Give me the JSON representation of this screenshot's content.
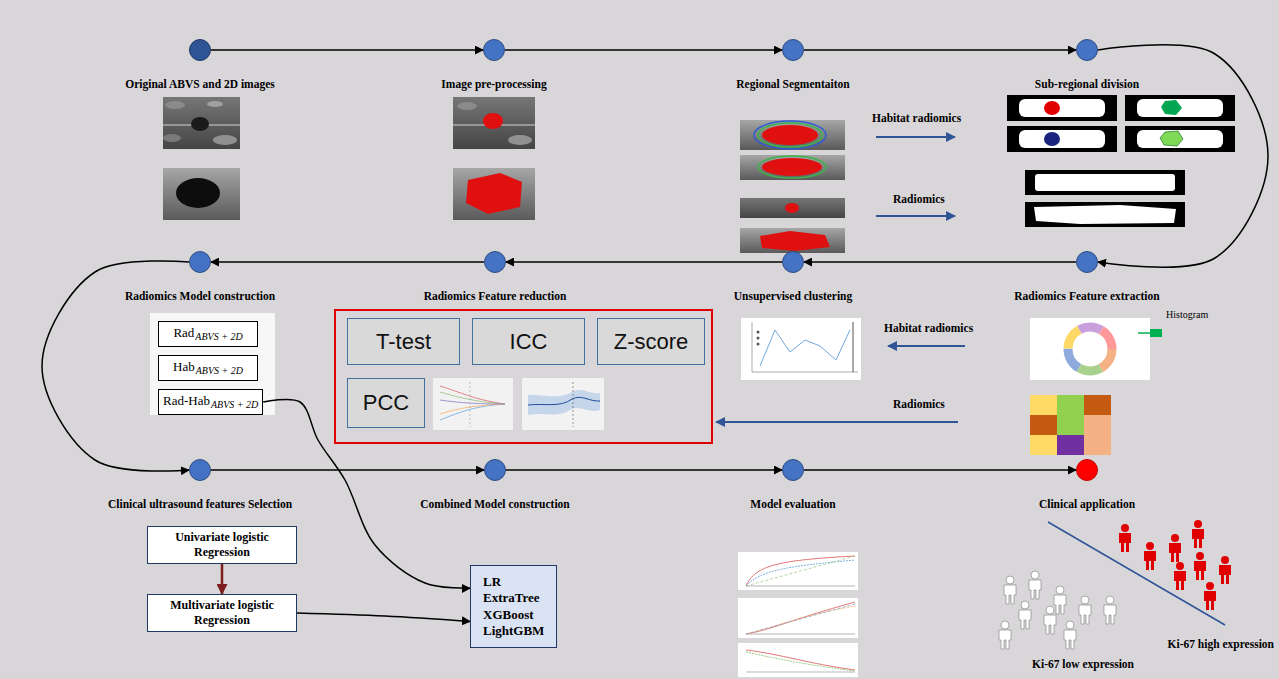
{
  "diagram": {
    "nodes": [
      {
        "text": [
          "Original ABVS and 2D images"
        ]
      },
      {
        "text": [
          "Image pre-processing"
        ]
      },
      {
        "text": [
          "Regional Segmentaiton"
        ]
      },
      {
        "text": [
          "Sub-regional division"
        ]
      },
      {
        "text": [
          "Radiomics Feature extraction"
        ]
      },
      {
        "text": [
          "Unsupervised clustering"
        ]
      },
      {
        "text": [
          "Radiomics Feature reduction"
        ]
      },
      {
        "text": [
          "Radiomics Model construction"
        ]
      },
      {
        "text": [
          "Clinical ultrasound features Selection"
        ]
      },
      {
        "text": [
          "Combined Model construction"
        ]
      },
      {
        "text": [
          "Model evaluation"
        ]
      },
      {
        "text": [
          "Clinical application"
        ]
      },
      {
        "text": [
          "T-test"
        ]
      },
      {
        "text": [
          "ICC"
        ]
      },
      {
        "text": [
          "Z-score"
        ]
      },
      {
        "text": [
          "PCC"
        ]
      },
      {
        "text": [
          "Rad",
          "ABVS + 2D"
        ]
      },
      {
        "text": [
          "Hab",
          "ABVS + 2D"
        ]
      },
      {
        "text": [
          "Rad-Hab",
          "ABVS + 2D"
        ]
      },
      {
        "text": [
          "Univariate logistic Regression"
        ]
      },
      {
        "text": [
          "Multivariate logistic Regression"
        ]
      },
      {
        "text": [
          "LR ExtraTree XGBoost LightGBM"
        ]
      }
    ],
    "edges": [
      {
        "from": 0,
        "to": 1,
        "arrow": "to"
      },
      {
        "from": 1,
        "to": 2,
        "arrow": "to"
      },
      {
        "from": 2,
        "to": 3,
        "arrow": "to"
      },
      {
        "from": 3,
        "to": 4,
        "arrow": "to"
      },
      {
        "from": 4,
        "to": 5,
        "arrow": "to"
      },
      {
        "from": 5,
        "to": 6,
        "arrow": "to"
      },
      {
        "from": 6,
        "to": 7,
        "arrow": "to"
      },
      {
        "from": 7,
        "to": 8,
        "arrow": "to"
      },
      {
        "from": 8,
        "to": 9,
        "arrow": "to"
      },
      {
        "from": 9,
        "to": 10,
        "arrow": "to"
      },
      {
        "from": 10,
        "to": 11,
        "arrow": "to"
      },
      {
        "from": 19,
        "to": 20,
        "arrow": "to"
      },
      {
        "from": 20,
        "to": 21,
        "arrow": "to"
      },
      {
        "from": 18,
        "to": 21,
        "arrow": "to"
      }
    ],
    "labels": [
      "Habitat radiomics",
      "Radiomics",
      "Habitat radiomics",
      "Histogram",
      "Radiomics",
      "Ki-67 low expression",
      "Ki-67 high expression"
    ]
  }
}
